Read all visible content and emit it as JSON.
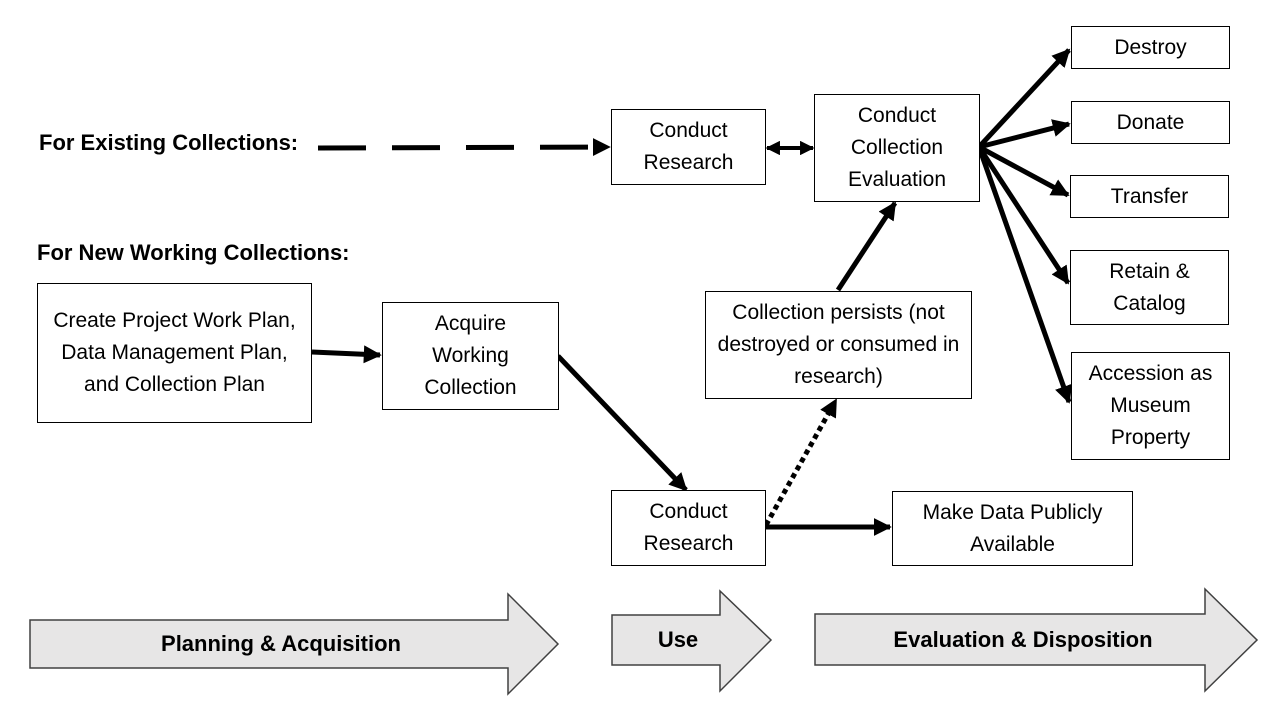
{
  "labels": {
    "existing": "For Existing Collections:",
    "new_working": "For New Working Collections:"
  },
  "boxes": {
    "create_plan": "Create Project Work Plan, Data Management Plan, and Collection Plan",
    "acquire": "Acquire Working Collection",
    "research_existing": "Conduct Research",
    "evaluation": "Conduct Collection Evaluation",
    "research_new": "Conduct Research",
    "persists": "Collection persists (not destroyed or consumed in research)",
    "public_data": "Make Data Publicly Available",
    "destroy": "Destroy",
    "donate": "Donate",
    "transfer": "Transfer",
    "retain": "Retain & Catalog",
    "accession": "Accession as Museum Property"
  },
  "phases": {
    "planning": "Planning & Acquisition",
    "use": "Use",
    "evaluation": "Evaluation & Disposition"
  },
  "colors": {
    "line": "#000000",
    "phase_fill": "#e7e6e6",
    "phase_stroke": "#404040"
  }
}
